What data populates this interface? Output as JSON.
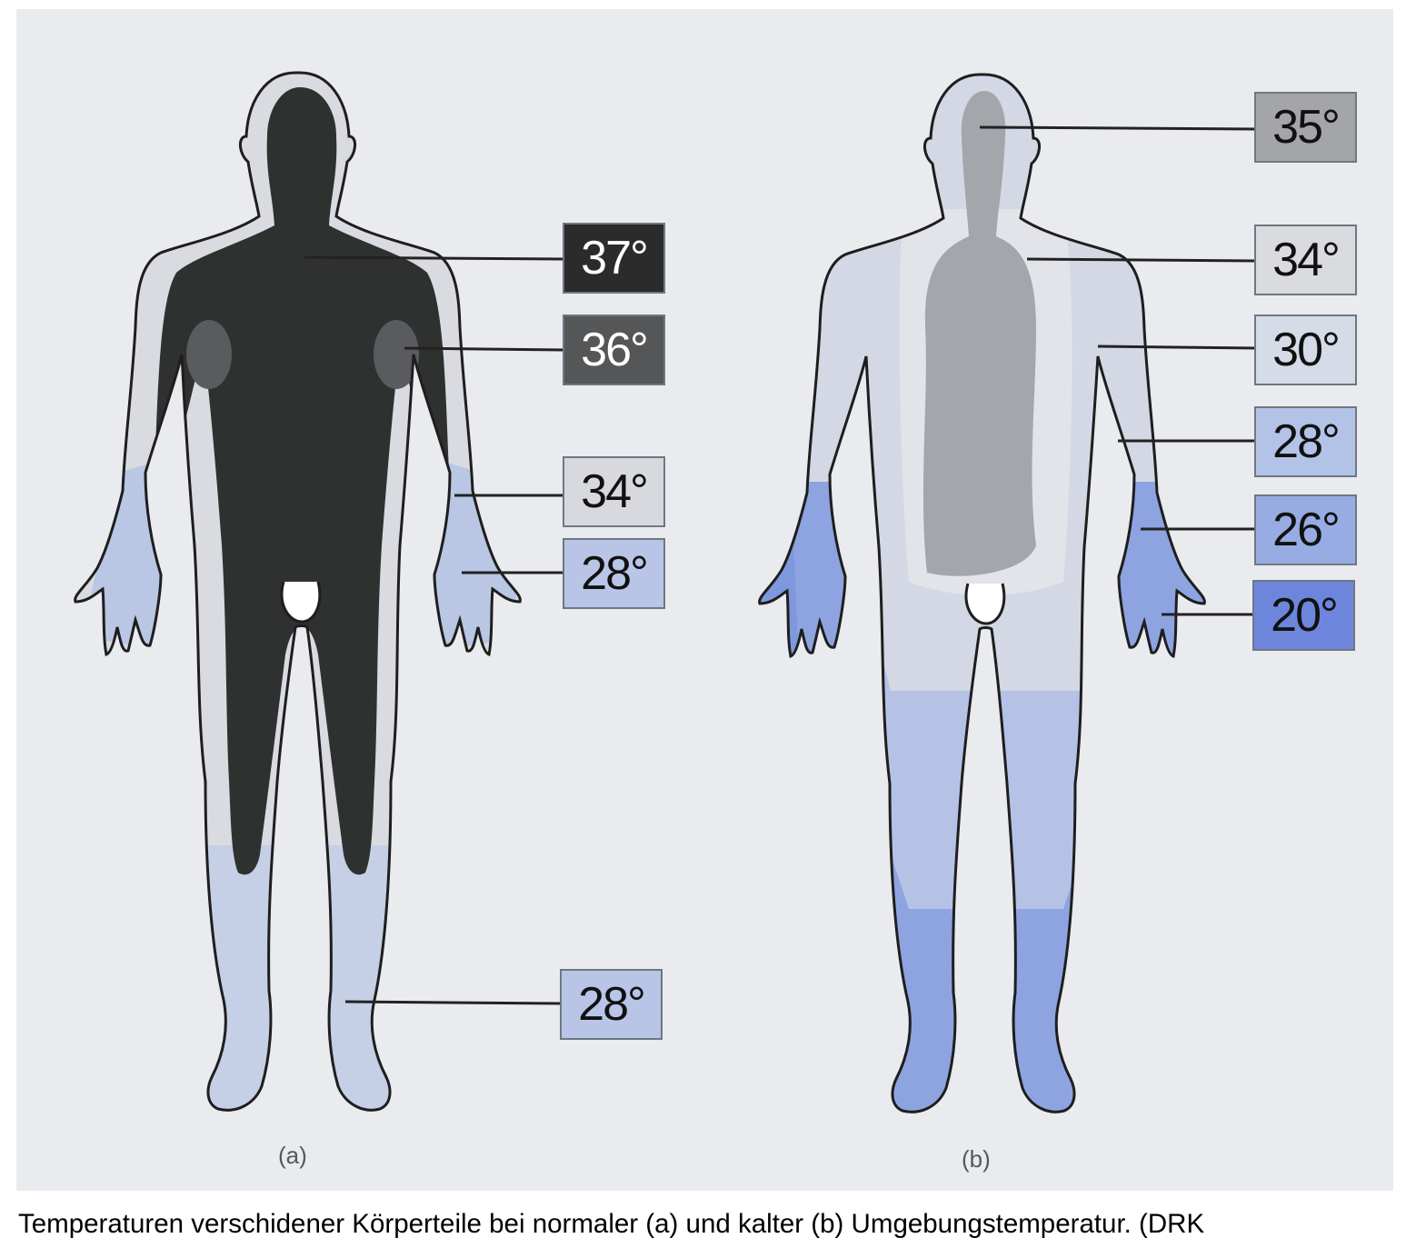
{
  "colors": {
    "background": "#e9ebef",
    "core_dark": "#2f3030",
    "shell_light": "#d9dbe1",
    "limb_pale": "#b9c6e4",
    "limb_blue": "#7f98dd",
    "core_grey": "#a3a6ab"
  },
  "figure_a": {
    "label": "(a)",
    "tags": [
      {
        "text": "37°",
        "bg": "#2b2b2c",
        "fg": "#ffffff"
      },
      {
        "text": "36°",
        "bg": "#555658",
        "fg": "#ffffff"
      },
      {
        "text": "34°",
        "bg": "#d7d9de",
        "fg": "#111111"
      },
      {
        "text": "28°",
        "bg": "#b8c5e6",
        "fg": "#111111"
      },
      {
        "text": "28°",
        "bg": "#b8c5e6",
        "fg": "#111111"
      }
    ]
  },
  "figure_b": {
    "label": "(b)",
    "tags": [
      {
        "text": "35°",
        "bg": "#a4a5a8",
        "fg": "#111111"
      },
      {
        "text": "34°",
        "bg": "#d9dbdf",
        "fg": "#111111"
      },
      {
        "text": "30°",
        "bg": "#d6dbe8",
        "fg": "#111111"
      },
      {
        "text": "28°",
        "bg": "#b3c2e7",
        "fg": "#111111"
      },
      {
        "text": "26°",
        "bg": "#97ace3",
        "fg": "#111111"
      },
      {
        "text": "20°",
        "bg": "#6d86dc",
        "fg": "#111111"
      }
    ]
  },
  "caption": "Temperaturen verschidener Körperteile bei normaler (a) und kalter (b) Umgebungstemperatur. (DRK"
}
